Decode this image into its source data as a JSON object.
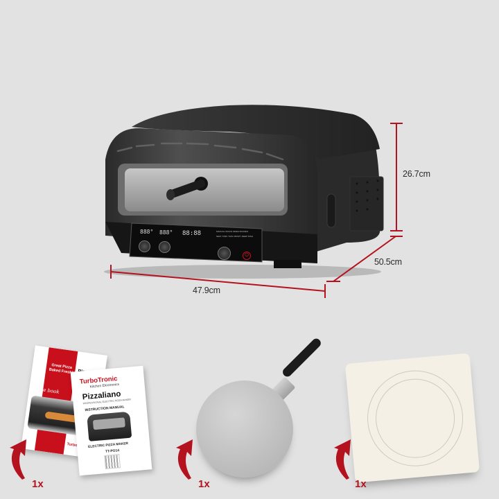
{
  "product": {
    "name": "Pizzaliano",
    "brand": "TurboTronic",
    "brand_sub": "Kitchen Electronics",
    "type": "Electric Pizza Maker",
    "model": "TT-PO14"
  },
  "dimensions": {
    "height": "26.7cm",
    "depth": "50.5cm",
    "width": "47.9cm"
  },
  "control_panel": {
    "display_left": "888°",
    "display_mid": "888°",
    "display_time": "88:88",
    "modes": [
      "MANUAL",
      "WOOD FIRED",
      "FROZEN",
      "NEW YORK",
      "THIN CRISPY",
      "DEEP DISH"
    ]
  },
  "accessories": [
    {
      "name": "Recipe book and instruction manual",
      "quantity": "1x",
      "recipe_book": {
        "headline": "Great Pizza Baked Fresh!",
        "label": "recipe book",
        "brand": "Pizzaliano",
        "logo": "TurboTronic"
      },
      "manual": {
        "logo": "TurboTronic",
        "logo_sub": "Kitchen Electronics",
        "brand": "Pizzaliano",
        "subtitle": "PROFESSIONAL ELECTRIC PIZZA MAKER",
        "title": "INSTRUCTION MANUAL",
        "product": "ELECTRIC PIZZA MAKER",
        "model": "TT-PO14"
      }
    },
    {
      "name": "Pizza peel",
      "quantity": "1x"
    },
    {
      "name": "Pizza stone",
      "quantity": "1x"
    }
  ],
  "colors": {
    "background": "#e2e2e2",
    "accent_red": "#b3121e",
    "oven_body": "#2b2b2b"
  }
}
